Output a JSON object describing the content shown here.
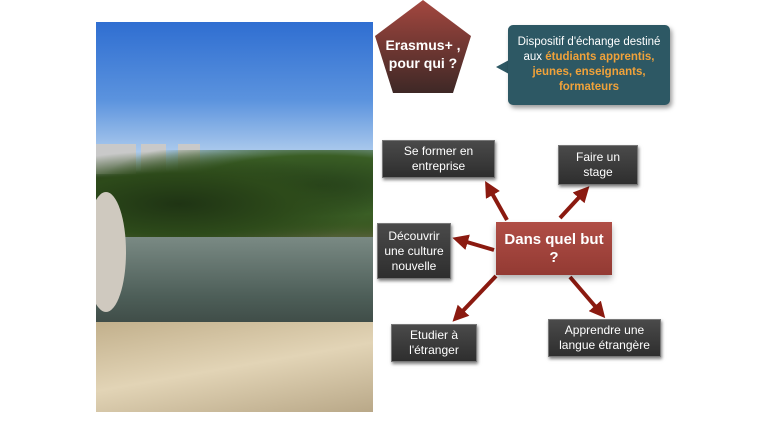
{
  "pentagon": {
    "line1": "Erasmus+ ,",
    "line2": "pour qui ?"
  },
  "callout": {
    "text1": "Dispositif d'échange destiné",
    "text2": "aux ",
    "highlights": [
      "étudiants",
      "apprentis,",
      "jeunes, enseignants,",
      "formateurs"
    ]
  },
  "center": {
    "line1": "Dans quel but",
    "line2": "?"
  },
  "goals": [
    {
      "l1": "Se former en",
      "l2": "entreprise"
    },
    {
      "l1": "Faire un",
      "l2": "stage"
    },
    {
      "l1": "Découvrir",
      "l2": "une culture",
      "l3": "nouvelle"
    },
    {
      "l1": "Etudier à",
      "l2": "l'étranger"
    },
    {
      "l1": "Apprendre une",
      "l2": "langue étrangère"
    }
  ],
  "colors": {
    "arrow": "#8b1a10",
    "callout": "#2d5864",
    "highlight": "#f0a23a",
    "center": "#a2443d"
  }
}
